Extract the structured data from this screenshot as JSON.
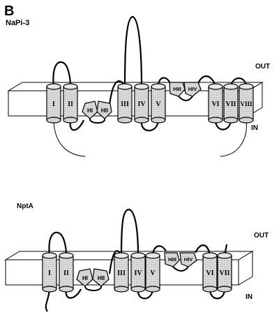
{
  "panel_label": "B",
  "panel1": {
    "title": "NaPi-3",
    "out_label": "OUT",
    "in_label": "IN",
    "segments": [
      "I",
      "II",
      "III",
      "IV",
      "V",
      "VI",
      "VII",
      "VIII"
    ],
    "hairpins": [
      "HI",
      "HII",
      "HIII",
      "HIV"
    ]
  },
  "panel2": {
    "title": "NptA",
    "out_label": "OUT",
    "in_label": "IN",
    "segments": [
      "I",
      "II",
      "III",
      "IV",
      "V",
      "VI",
      "VII"
    ],
    "hairpins": [
      "HI",
      "HII",
      "HIII",
      "HIV"
    ]
  },
  "colors": {
    "cylinder_fill": "#cfcfcf",
    "membrane_fill": "#ffffff",
    "stroke": "#000000"
  }
}
